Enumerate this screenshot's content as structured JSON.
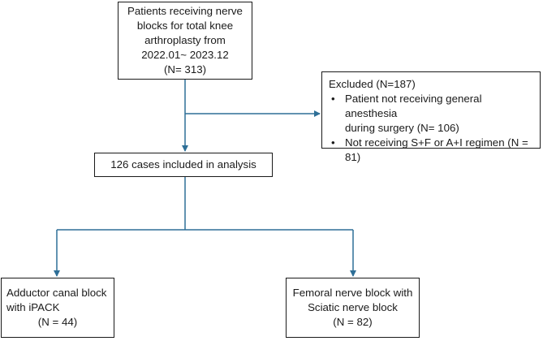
{
  "top_box": {
    "lines": [
      "Patients receiving nerve",
      "blocks for total knee",
      "arthroplasty from",
      "2022.01~ 2023.12",
      "(N= 313)"
    ]
  },
  "excluded_box": {
    "title": "Excluded (N=187)",
    "items": [
      [
        "Patient not receiving general anesthesia",
        "during surgery (N= 106)"
      ],
      [
        "Not receiving S+F or A+I regimen (N = 81)"
      ]
    ]
  },
  "included_box": {
    "text": "126 cases included in analysis"
  },
  "left_box": {
    "lines": [
      "Adductor canal block",
      "with iPACK",
      "(N = 44)"
    ]
  },
  "right_box": {
    "lines": [
      "Femoral nerve block with",
      "Sciatic nerve block",
      "(N = 82)"
    ]
  },
  "colors": {
    "connector": "#2e6f97",
    "border": "#1a1a1a"
  }
}
